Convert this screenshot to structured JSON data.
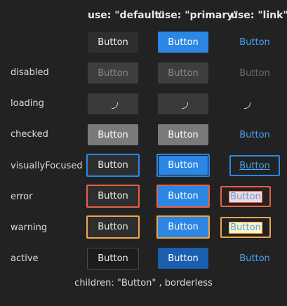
{
  "columns": [
    "use: \"default\"",
    "use: \"primary\"",
    "use: \"link\""
  ],
  "rows": [
    {
      "label": "",
      "button": "Button"
    },
    {
      "label": "disabled",
      "button": "Button"
    },
    {
      "label": "loading",
      "button": ""
    },
    {
      "label": "checked",
      "button": "Button"
    },
    {
      "label": "visuallyFocused",
      "button": "Button"
    },
    {
      "label": "error",
      "button": "Button"
    },
    {
      "label": "warning",
      "button": "Button"
    },
    {
      "label": "active",
      "button": "Button"
    }
  ],
  "footer": "children: \"Button\" , borderless"
}
